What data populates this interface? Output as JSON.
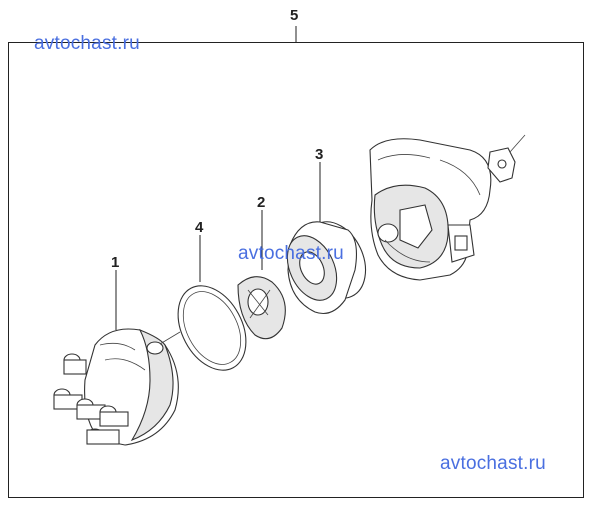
{
  "callouts": {
    "c1": "1",
    "c2": "2",
    "c3": "3",
    "c4": "4",
    "c5": "5"
  },
  "watermarks": {
    "top_left": "avtochast.ru",
    "center": "avtochast.ru",
    "bottom_right": "avtochast.ru"
  },
  "colors": {
    "watermark": "#4a6fe0",
    "line": "#222222",
    "part_fill": "#e6e6e6"
  }
}
